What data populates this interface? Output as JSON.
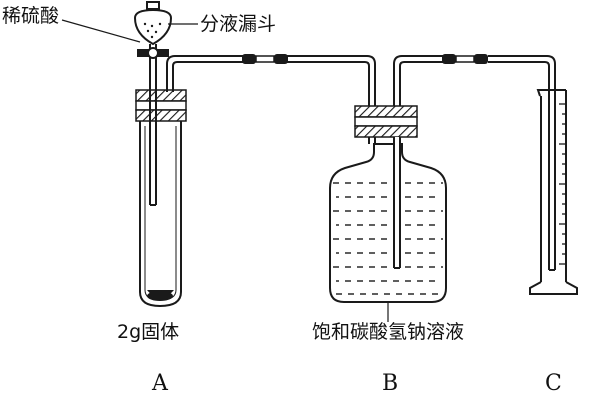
{
  "labels": {
    "dilute_sulfuric_acid": "稀硫酸",
    "separatory_funnel": "分液漏斗",
    "solid_sample": "2g固体",
    "sodium_bicarbonate_solution": "饱和碳酸氢钠溶液",
    "apparatus_a": "A",
    "apparatus_b": "B",
    "apparatus_c": "C"
  },
  "colors": {
    "line": "#1a1a1a",
    "liquid_dash": "#2a2a2a",
    "background": "#ffffff"
  }
}
